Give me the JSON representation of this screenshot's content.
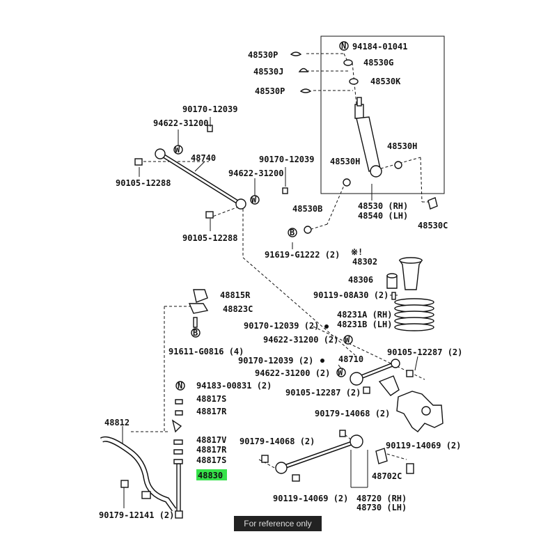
{
  "diagram": {
    "labels": {
      "p48530P_top": "48530P",
      "p94184": "94184-01041",
      "p48530G": "48530G",
      "p48530J": "48530J",
      "p48530K": "48530K",
      "p48530P_2": "48530P",
      "p90170_a": "90170-12039",
      "p94622_a": "94622-31200",
      "p48740": "48740",
      "p90170_b": "90170-12039",
      "p94622_b": "94622-31200",
      "p90105_a": "90105-12288",
      "p48530H_a": "48530H",
      "p48530H_b": "48530H",
      "p48530_rh": "48530 (RH)",
      "p48540_lh": "48540 (LH)",
      "p48530B": "48530B",
      "p48530C": "48530C",
      "p90105_b": "90105-12288",
      "p91619": "91619-G1222 (2)",
      "p_note": "※!",
      "p48302": "48302",
      "p48306": "48306",
      "p48815R": "48815R",
      "p90119_a": "90119-08A30 (2)",
      "p48823C": "48823C",
      "p48231A": "48231A (RH)",
      "p48231B": "48231B (LH)",
      "p90170_c": "90170-12039 (2)",
      "p94622_c": "94622-31200 (2)",
      "p91611": "91611-G0816 (4)",
      "p90105_c": "90105-12287 (2)",
      "p90170_d": "90170-12039 (2)",
      "p48710": "48710",
      "p94622_d": "94622-31200 (2)",
      "p94183": "94183-00831 (2)",
      "p90105_d": "90105-12287 (2)",
      "p48817S_a": "48817S",
      "p48817R_a": "48817R",
      "p90179_a": "90179-14068 (2)",
      "p48812": "48812",
      "p48817V": "48817V",
      "p90179_b": "90179-14068 (2)",
      "p90119_b": "90119-14069 (2)",
      "p48817R_b": "48817R",
      "p48817S_b": "48817S",
      "p48830": "48830",
      "p48702C": "48702C",
      "p90179_c": "90179-12141 (2)",
      "p90119_c": "90119-14069 (2)",
      "p48720_rh": "48720 (RH)",
      "p48730_lh": "48730 (LH)",
      "sym_N": "N",
      "sym_W": "W",
      "sym_B": "B"
    },
    "highlight_part": "48830",
    "highlight_color": "#36e24a",
    "watermark": "For reference only"
  }
}
